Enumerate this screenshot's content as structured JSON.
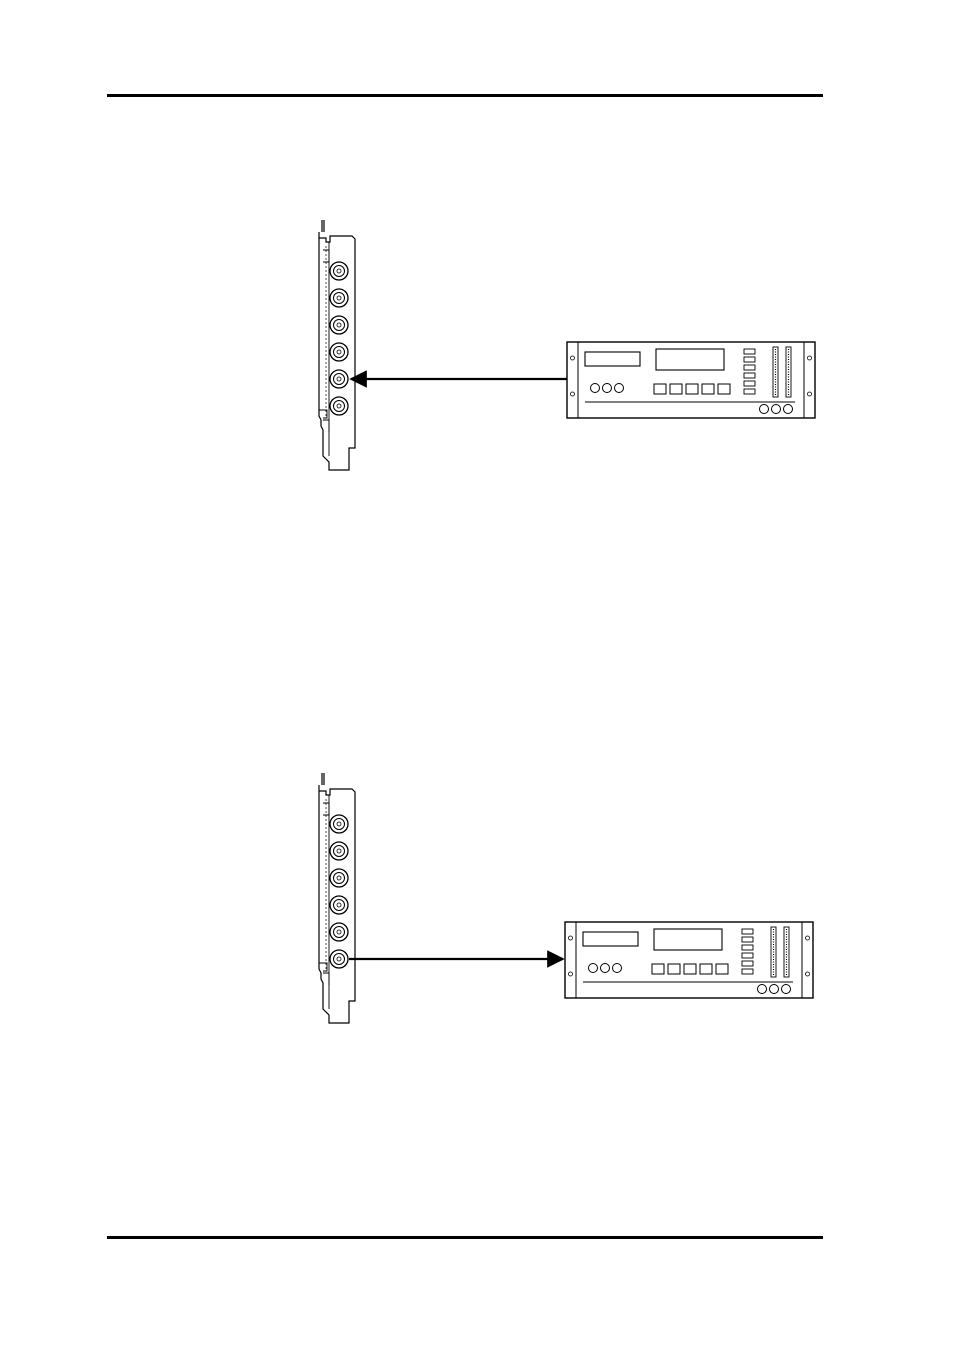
{
  "page": {
    "background": "#ffffff",
    "ink": "#000000"
  },
  "diagrams": [
    {
      "name": "connection-diagram-1",
      "card_jacks": 6,
      "connected_jack": 5,
      "arrow_direction": "to-card"
    },
    {
      "name": "connection-diagram-2",
      "card_jacks": 6,
      "connected_jack": 6,
      "arrow_direction": "to-device"
    }
  ]
}
